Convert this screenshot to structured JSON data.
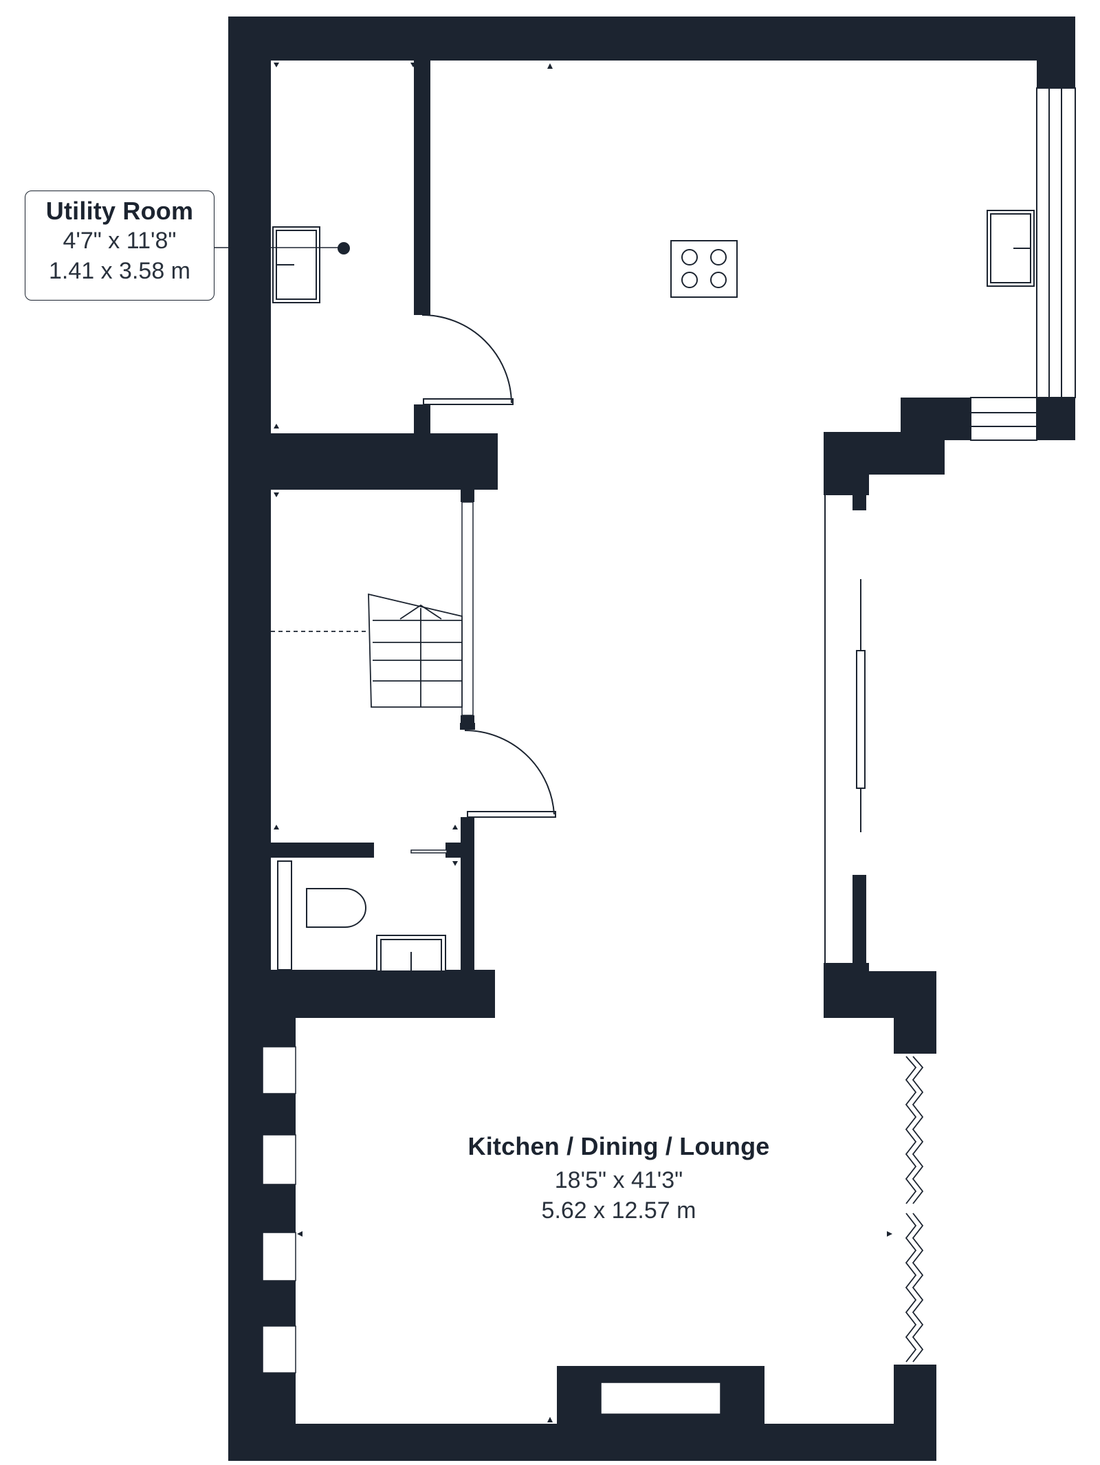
{
  "colors": {
    "wall": "#1c2430",
    "floor": "#ffffff",
    "line": "#1c2430"
  },
  "rooms": {
    "utility": {
      "name": "Utility Room",
      "imperial": "4'7\" x 11'8\"",
      "metric": "1.41 x 3.58 m"
    },
    "kitchen": {
      "name": "Kitchen / Dining / Lounge",
      "imperial": "18'5\" x 41'3\"",
      "metric": "5.62 x 12.57 m"
    }
  },
  "fixtures": [
    "sink-icon",
    "hob-icon",
    "toilet-icon",
    "basin-icon",
    "stairs-icon",
    "bifold-door-icon",
    "door-swing-icon",
    "window-icon"
  ]
}
